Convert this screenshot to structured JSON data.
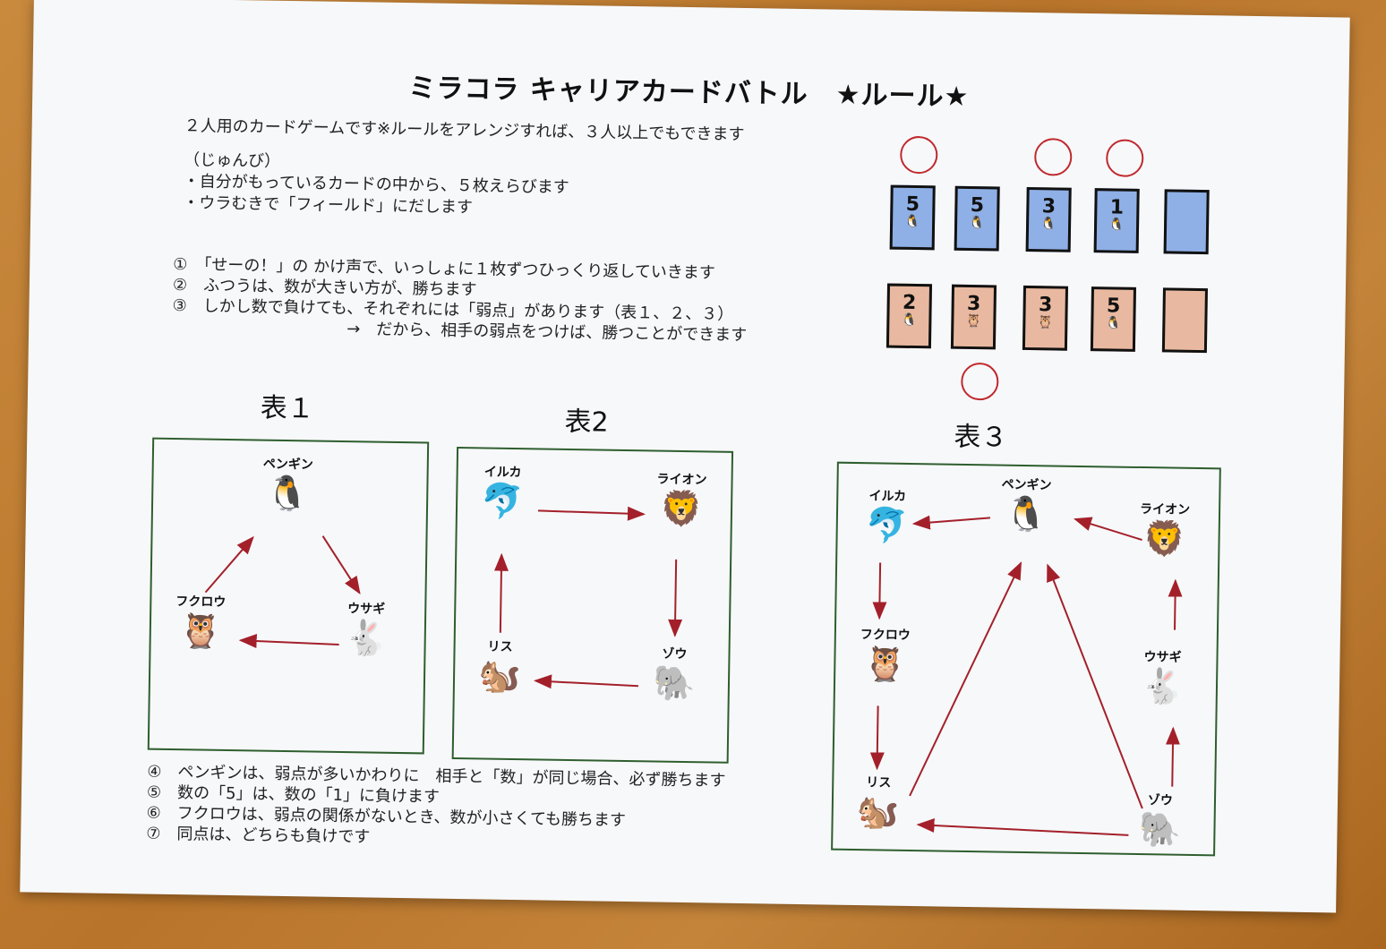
{
  "title": "ミラコラ キャリアカードバトル　★ルール★",
  "intro": {
    "line1": "２人用のカードゲームです※ルールをアレンジすれば、３人以上でもできます",
    "prep_heading": "（じゅんび）",
    "prep1": "・自分がもっているカードの中から、５枚えらびます",
    "prep2": "・ウラむきで「フィールド」にだします"
  },
  "rules": {
    "r1": "①　「せーの！」の かけ声で、いっしょに１枚ずつひっくり返していきます",
    "r2": "②　ふつうは、数が大きい方が、勝ちます",
    "r3": "③　しかし数で負けても、それぞれには「弱点」があります（表１、２、３）",
    "r3b": "→　だから、相手の弱点をつけば、勝つことができます"
  },
  "cards": {
    "top": [
      {
        "num": "5",
        "icon": "🐧"
      },
      {
        "num": "5",
        "icon": "🐧"
      },
      {
        "num": "3",
        "icon": "🐧"
      },
      {
        "num": "1",
        "icon": "🐧"
      },
      {
        "num": "",
        "icon": ""
      }
    ],
    "bottom": [
      {
        "num": "2",
        "icon": "🐧"
      },
      {
        "num": "3",
        "icon": "🦉"
      },
      {
        "num": "3",
        "icon": "🦉"
      },
      {
        "num": "5",
        "icon": "🐧"
      },
      {
        "num": "",
        "icon": ""
      }
    ]
  },
  "table1": {
    "label": "表１",
    "penguin": {
      "name": "ペンギン",
      "emoji": "🐧"
    },
    "owl": {
      "name": "フクロウ",
      "emoji": "🦉"
    },
    "rabbit": {
      "name": "ウサギ",
      "emoji": "🐇"
    }
  },
  "table2": {
    "label": "表2",
    "dolphin": {
      "name": "イルカ",
      "emoji": "🐬"
    },
    "lion": {
      "name": "ライオン",
      "emoji": "🦁"
    },
    "squirrel": {
      "name": "リス",
      "emoji": "🐿️"
    },
    "elephant": {
      "name": "ゾウ",
      "emoji": "🐘"
    }
  },
  "table3": {
    "label": "表３",
    "dolphin": {
      "name": "イルカ",
      "emoji": "🐬"
    },
    "penguin": {
      "name": "ペンギン",
      "emoji": "🐧"
    },
    "lion": {
      "name": "ライオン",
      "emoji": "🦁"
    },
    "owl": {
      "name": "フクロウ",
      "emoji": "🦉"
    },
    "rabbit": {
      "name": "ウサギ",
      "emoji": "🐇"
    },
    "squirrel": {
      "name": "リス",
      "emoji": "🐿️"
    },
    "elephant": {
      "name": "ゾウ",
      "emoji": "🐘"
    }
  },
  "notes": {
    "n4": "④　ペンギンは、弱点が多いかわりに　相手と「数」が同じ場合、必ず勝ちます",
    "n5": "⑤　数の「5」は、数の「1」に負けます",
    "n6": "⑥　フクロウは、弱点の関係がないとき、数が小さくても勝ちます",
    "n7": "⑦　同点は、どちらも負けです"
  },
  "colors": {
    "card_blue": "#8fb0e6",
    "card_pink": "#e8b9a0",
    "circle_red": "#c0292e",
    "arrow_red": "#a3202a",
    "frame_green": "#2e5e2e"
  }
}
